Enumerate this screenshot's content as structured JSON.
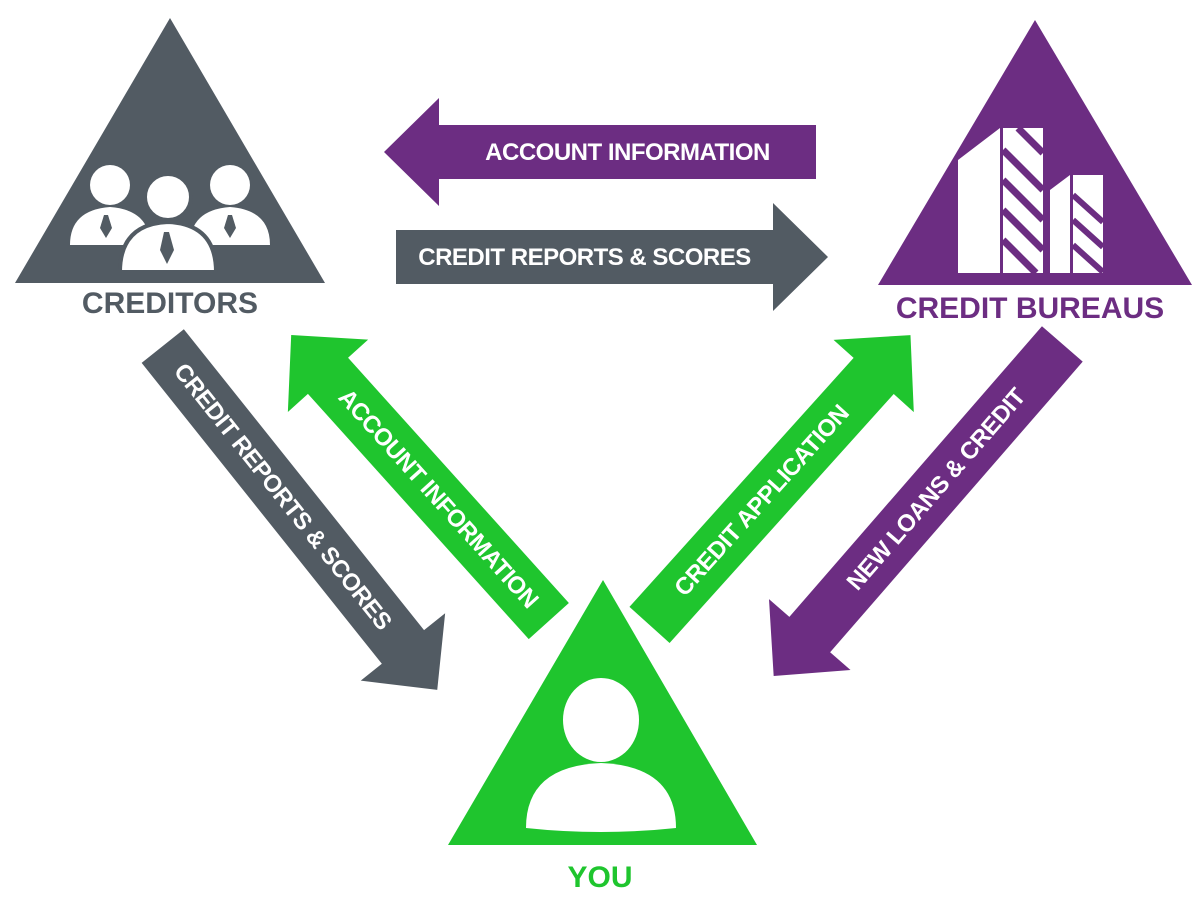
{
  "colors": {
    "creditors": "#525b63",
    "bureaus": "#6c2d82",
    "you": "#1fc52e",
    "icon": "#ffffff"
  },
  "nodes": {
    "creditors": {
      "label": "CREDITORS",
      "icon": "people-group-icon"
    },
    "bureaus": {
      "label": "CREDIT BUREAUS",
      "icon": "buildings-icon"
    },
    "you": {
      "label": "YOU",
      "icon": "person-icon"
    }
  },
  "arrows": {
    "bureaus_to_creditors": {
      "label": "ACCOUNT INFORMATION"
    },
    "creditors_to_bureaus": {
      "label": "CREDIT REPORTS & SCORES"
    },
    "creditors_to_you": {
      "label": "CREDIT REPORTS & SCORES"
    },
    "you_to_creditors": {
      "label": "ACCOUNT INFORMATION"
    },
    "you_to_bureaus": {
      "label": "CREDIT APPLICATION"
    },
    "bureaus_to_you": {
      "label": "NEW LOANS & CREDIT"
    }
  }
}
